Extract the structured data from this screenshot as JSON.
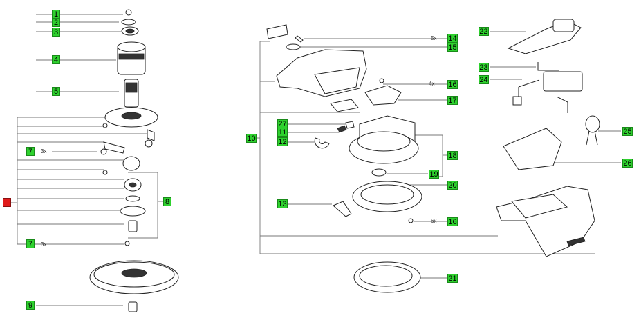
{
  "left_column": {
    "callouts": [
      "1",
      "2",
      "3",
      "4",
      "5",
      "7",
      "8",
      "7",
      "9"
    ],
    "qty_7a": "3x",
    "qty_7b": "3x"
  },
  "middle_column": {
    "callouts": [
      "10",
      "11",
      "12",
      "13",
      "14",
      "15",
      "16",
      "17",
      "18",
      "19",
      "20",
      "16",
      "21",
      "27"
    ],
    "qty_14": "5x",
    "qty_16a": "4x",
    "qty_16b": "6x"
  },
  "right_column": {
    "callouts": [
      "22",
      "23",
      "24",
      "25",
      "26"
    ]
  },
  "colors": {
    "callout_fill": "#2ed12e",
    "marker_red": "#e01b1b"
  }
}
